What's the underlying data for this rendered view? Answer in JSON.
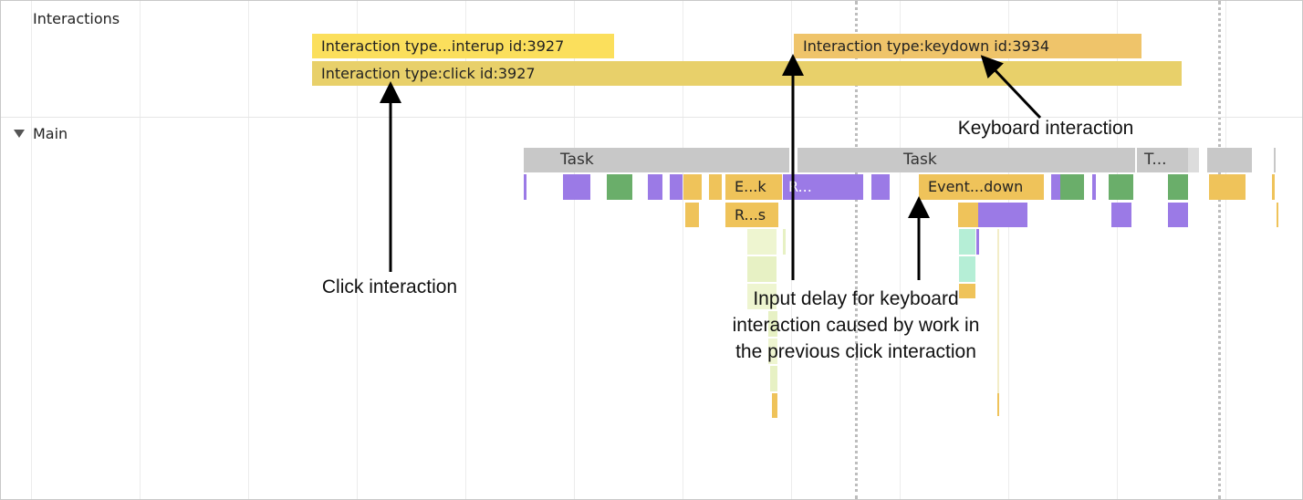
{
  "tracks": {
    "interactions_label": "Interactions",
    "main_label": "Main"
  },
  "interactions": {
    "pointerup": "Interaction type...interup id:3927",
    "click": "Interaction type:click id:3927",
    "keydown": "Interaction type:keydown id:3934"
  },
  "main": {
    "task1": "Task",
    "task2": "Task",
    "task3": "T...",
    "event_click": "E...k",
    "event_r": "R...",
    "event_keydown": "Event...down",
    "recalc": "R...s"
  },
  "annotations": {
    "click": "Click interaction",
    "keyboard": "Keyboard interaction",
    "delay_line1": "Input delay for keyboard",
    "delay_line2": "interaction caused by work in",
    "delay_line3": "the previous click interaction"
  },
  "colors": {
    "pointerup_bar": "#fbdf5c",
    "click_bar": "#e8d06a",
    "keydown_bar": "#efc46a",
    "task": "#c8c8c8",
    "scripting": "#efc35a",
    "rendering": "#9b7ae6",
    "painting": "#6aae6a",
    "layout_light": "#e7f1c4",
    "gc": "#b5eed6"
  }
}
